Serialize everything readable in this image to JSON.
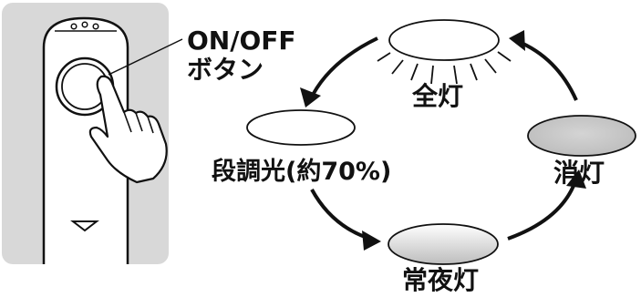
{
  "remote": {
    "button_label_line1": "ON/OFF",
    "button_label_line2": "ボタン"
  },
  "cycle": {
    "states": [
      {
        "id": "full",
        "label": "全灯"
      },
      {
        "id": "dimmed",
        "label": "段調光(約70%)"
      },
      {
        "id": "night",
        "label": "常夜灯"
      },
      {
        "id": "off",
        "label": "消灯"
      }
    ]
  },
  "colors": {
    "panel_bg": "#d8d8d8",
    "lamp_white": "#ffffff",
    "lamp_off": "#c9c9c9",
    "arrow": "#111111"
  }
}
